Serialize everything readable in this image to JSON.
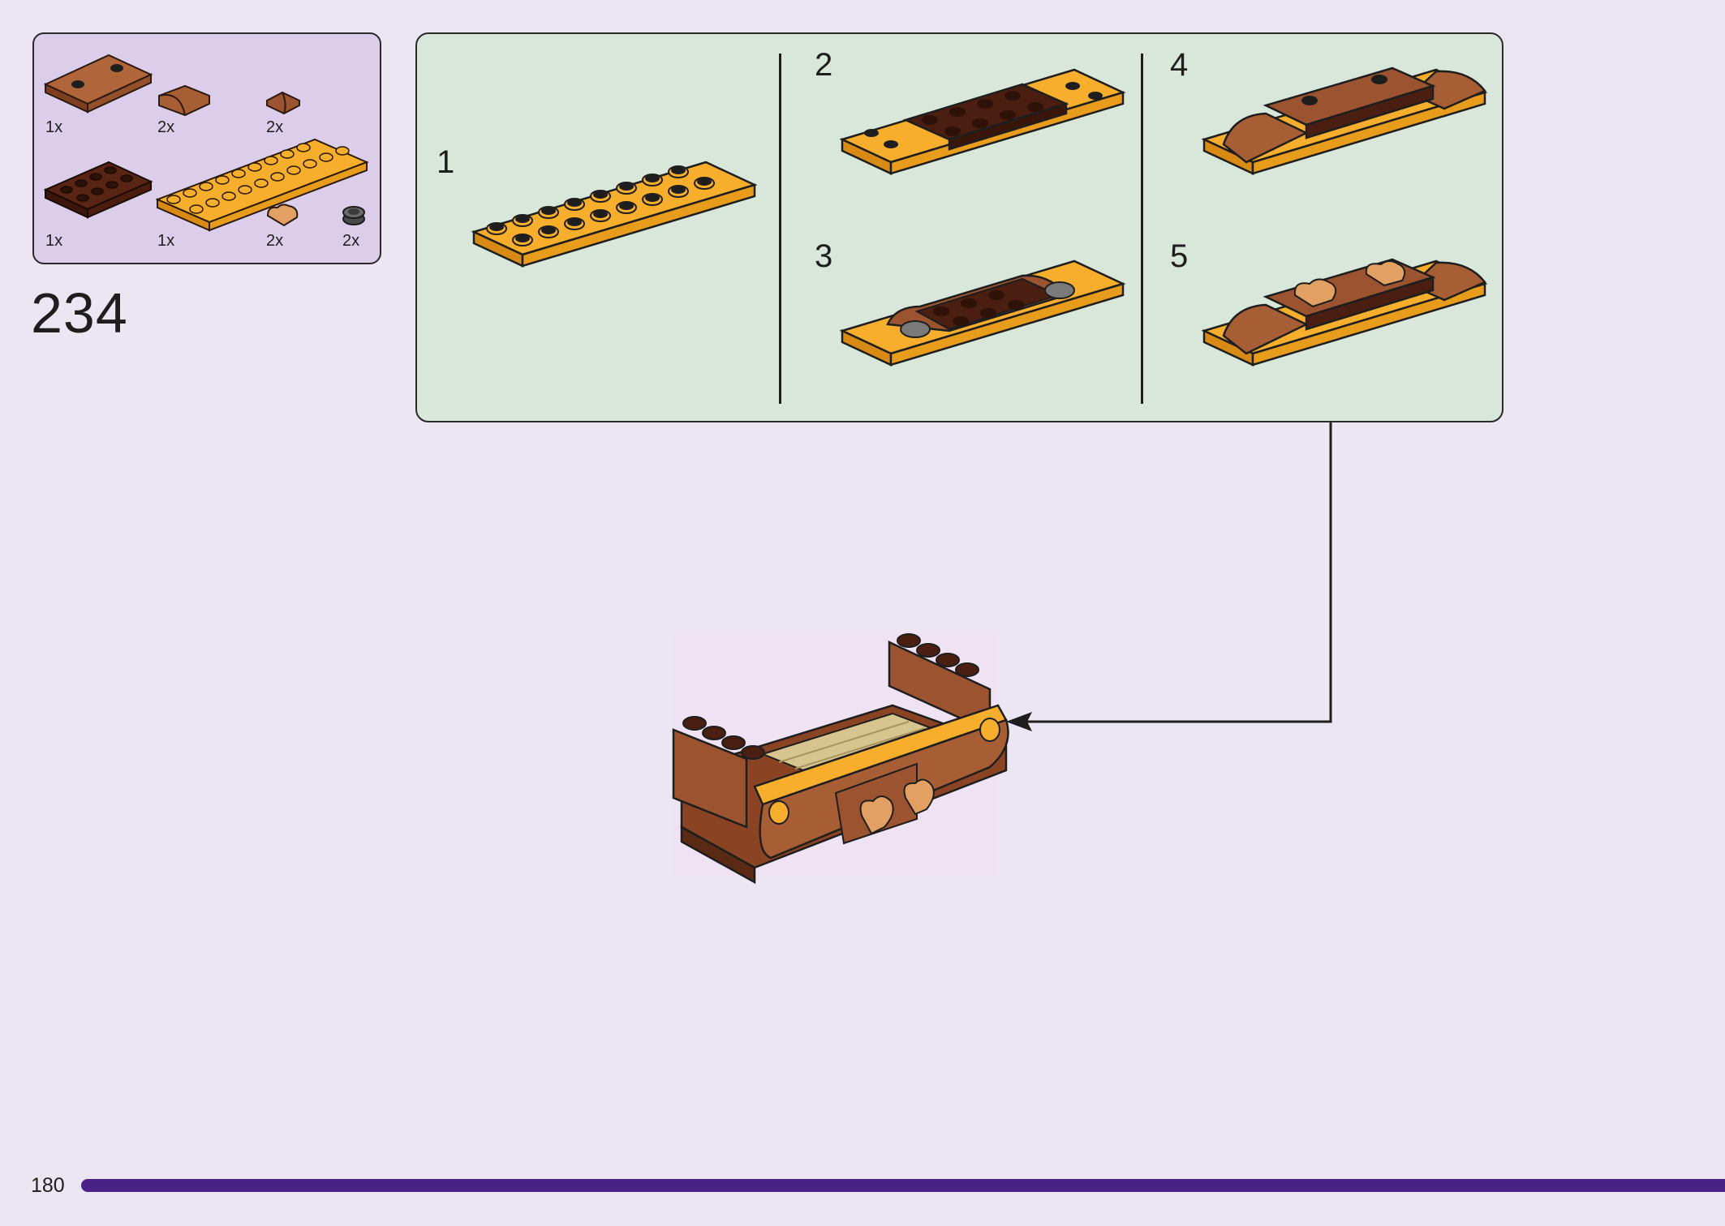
{
  "parts_list": {
    "quantities": [
      "1x",
      "2x",
      "2x",
      "1x",
      "1x",
      "2x",
      "2x"
    ]
  },
  "step": {
    "number": "234"
  },
  "sub_steps": [
    {
      "label": "1"
    },
    {
      "label": "2"
    },
    {
      "label": "3"
    },
    {
      "label": "4"
    },
    {
      "label": "5"
    }
  ],
  "footer": {
    "page_number": "180"
  },
  "colors": {
    "background": "#ece6f3",
    "parts_box": "#dccdea",
    "sub_steps_box": "#d9e6da",
    "bright_orange": "#f7ae2c",
    "reddish_brown": "#9c5430",
    "dark_brown": "#4a1e10",
    "nougat": "#e2a062",
    "progress_bar": "#4a2186"
  }
}
